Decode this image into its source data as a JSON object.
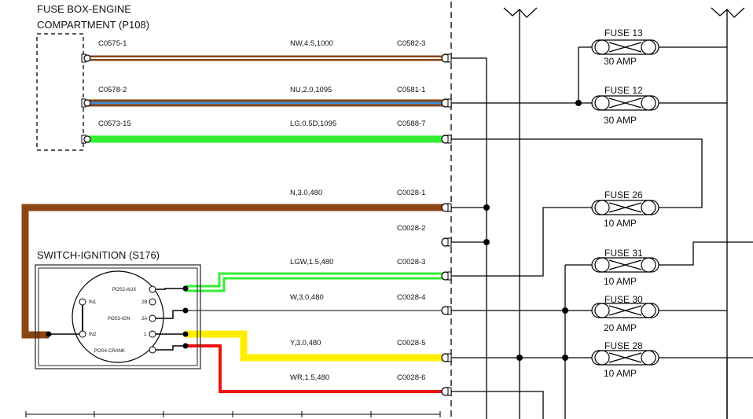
{
  "fuse_box": {
    "title_line1": "FUSE BOX-ENGINE",
    "title_line2": "COMPARTMENT (P108)"
  },
  "switch": {
    "title": "SWITCH-IGNITION (S176)",
    "pins": {
      "pos2": "POS2-AUX",
      "pos3": "POS3-IGN",
      "pos4": "POS4-CRANK",
      "in1": "IN1",
      "in2": "IN2",
      "p2b": "2B",
      "p2a": "2A",
      "p1": "1"
    }
  },
  "wires": [
    {
      "left_conn": "C0575-1",
      "spec": "NW,4.5,1000",
      "right_conn": "C0582-3",
      "color": "#8B4513",
      "stripe": "#ffffff"
    },
    {
      "left_conn": "C0578-2",
      "spec": "NU,2.0,1095",
      "right_conn": "C0581-1",
      "color": "#8B4513",
      "stripe": "#3a8fd8"
    },
    {
      "left_conn": "C0573-15",
      "spec": "LG,0.5D,1095",
      "right_conn": "C0588-7",
      "color": "#33ee33",
      "stripe": ""
    },
    {
      "left_conn": "",
      "spec": "N,3.0,480",
      "right_conn": "C0028-1",
      "color": "#8B4513",
      "stripe": ""
    },
    {
      "left_conn": "",
      "spec": "",
      "right_conn": "C0028-2",
      "color": "#000000",
      "stripe": ""
    },
    {
      "left_conn": "",
      "spec": "LGW,1.5,480",
      "right_conn": "C0028-3",
      "color": "#33ee33",
      "stripe": "#ffffff"
    },
    {
      "left_conn": "",
      "spec": "W,3.0,480",
      "right_conn": "C0028-4",
      "color": "#ffffff",
      "stripe": ""
    },
    {
      "left_conn": "",
      "spec": "Y,3.0,480",
      "right_conn": "C0028-5",
      "color": "#ffee00",
      "stripe": ""
    },
    {
      "left_conn": "",
      "spec": "WR,1.5,480",
      "right_conn": "C0028-6",
      "color": "#ffffff",
      "stripe": "#ee1111"
    }
  ],
  "fuses": [
    {
      "name": "FUSE 13",
      "rating": "30 AMP"
    },
    {
      "name": "FUSE 12",
      "rating": "30 AMP"
    },
    {
      "name": "FUSE 26",
      "rating": "10 AMP"
    },
    {
      "name": "FUSE 31",
      "rating": "10 AMP"
    },
    {
      "name": "FUSE 30",
      "rating": "20 AMP"
    },
    {
      "name": "FUSE 28",
      "rating": "10 AMP"
    }
  ]
}
